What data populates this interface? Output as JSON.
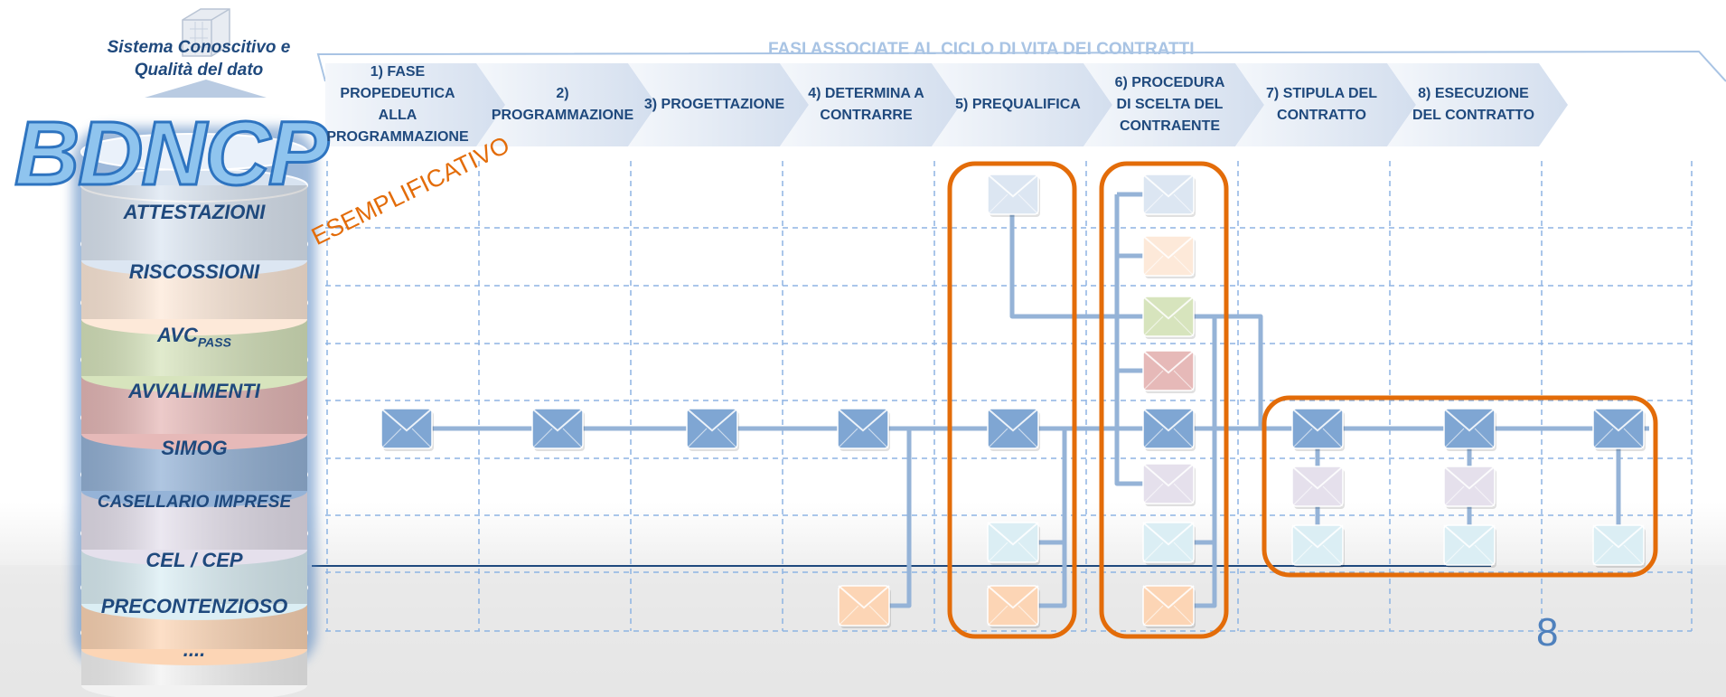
{
  "header": {
    "system_caption": "Sistema Conoscitivo e\nQualità del dato",
    "db_title": "BDNCP",
    "fasi_title": "FASI ASSOCIATE AL CICLO DI VITA DEI CONTRATTI",
    "stamp": "ESEMPLIFICATIVO"
  },
  "phases": [
    "1) FASE\nPROPEDEUTICA\nALLA\nPROGRAMMAZIONE",
    "2) PROGRAMMAZIONE",
    "3) PROGETTAZIONE",
    "4) DETERMINA A\nCONTRARRE",
    "5) PREQUALIFICA",
    "6) PROCEDURA\nDI SCELTA DEL\nCONTRAENTE",
    "7) STIPULA DEL\nCONTRATTO",
    "8) ESECUZIONE\nDEL CONTRATTO"
  ],
  "databases": [
    {
      "label": "ATTESTAZIONI",
      "color": "#dce6f2"
    },
    {
      "label": "RISCOSSIONI",
      "color": "#fde9d9"
    },
    {
      "label": "AVC",
      "sub": "PASS",
      "color": "#d7e4bd"
    },
    {
      "label": "AVVALIMENTI",
      "color": "#e6b9b8"
    },
    {
      "label": "SIMOG",
      "color": "#95b3d7"
    },
    {
      "label": "CASELLARIO IMPRESE",
      "color": "#e5e0ec"
    },
    {
      "label": "CEL / CEP",
      "color": "#dbeef4"
    },
    {
      "label": "PRECONTENZIOSO",
      "color": "#fcd5b5"
    },
    {
      "label": "....",
      "color": "#f2f2f2"
    }
  ],
  "colors": {
    "accent_orange": "#e36c09",
    "line_blue": "#95b3d7",
    "grid": "#8eb4e3",
    "text_blue": "#1f497d"
  },
  "envelope_icon": "envelope-icon",
  "page_number": "8"
}
